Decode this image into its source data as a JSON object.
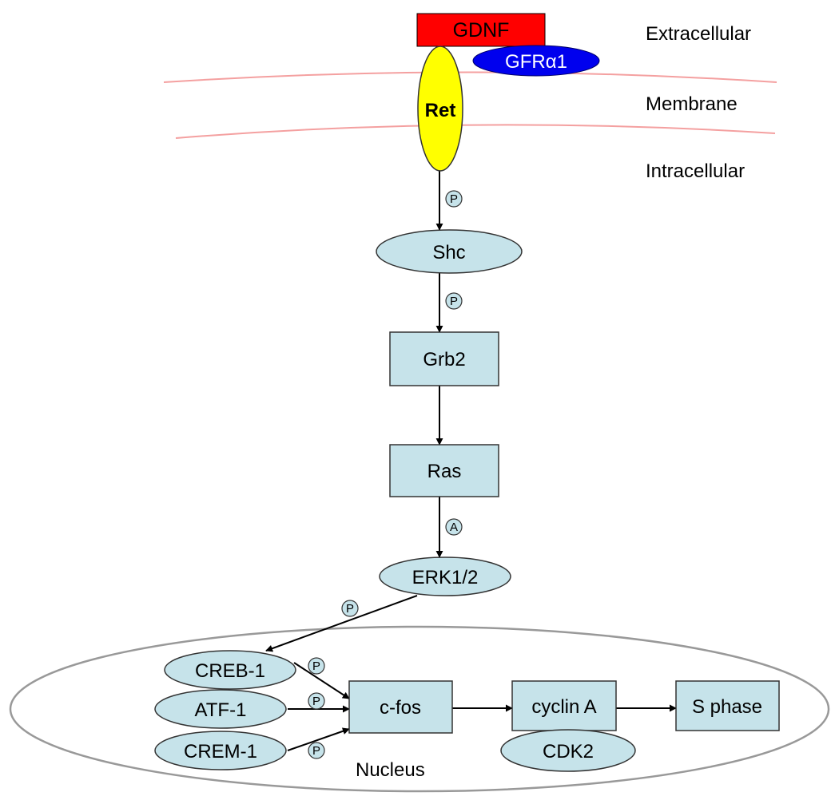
{
  "regions": {
    "extracellular": "Extracellular",
    "membrane": "Membrane",
    "intracellular": "Intracellular",
    "nucleus": "Nucleus"
  },
  "nodes": {
    "gdnf": "GDNF",
    "gfra1": "GFRα1",
    "ret": "Ret",
    "shc": "Shc",
    "grb2": "Grb2",
    "ras": "Ras",
    "erk": "ERK1/2",
    "creb1": "CREB-1",
    "atf1": "ATF-1",
    "crem1": "CREM-1",
    "cfos": "c-fos",
    "cyclin_a": "cyclin A",
    "cdk2": "CDK2",
    "s_phase": "S phase"
  },
  "modifications": {
    "phosphorylation": "P",
    "activation": "A"
  },
  "colors": {
    "gdnf": "#ff0000",
    "gfra1": "#0000ee",
    "ret": "#ffff00",
    "node_fill": "#c6e3ea",
    "membrane_line": "#f4a0a0",
    "nucleus_outline": "#999999"
  }
}
